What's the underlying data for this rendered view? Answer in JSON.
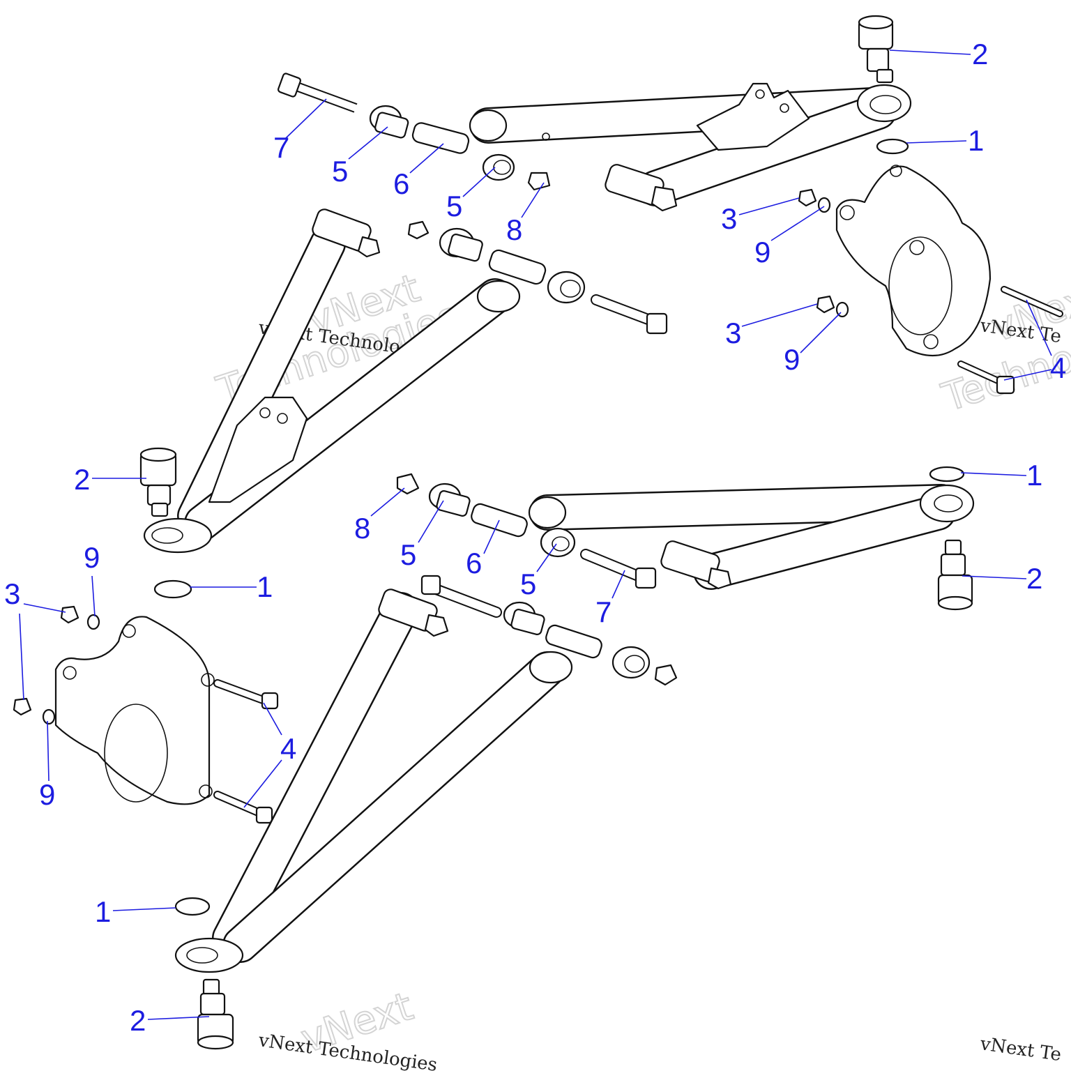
{
  "diagram": {
    "callouts": [
      {
        "id": "c-2-top",
        "label": "2"
      },
      {
        "id": "c-1-top",
        "label": "1"
      },
      {
        "id": "c-7-top",
        "label": "7"
      },
      {
        "id": "c-5a-top",
        "label": "5"
      },
      {
        "id": "c-6-top",
        "label": "6"
      },
      {
        "id": "c-5b-top",
        "label": "5"
      },
      {
        "id": "c-8-top",
        "label": "8"
      },
      {
        "id": "c-3a-top",
        "label": "3"
      },
      {
        "id": "c-9a-top",
        "label": "9"
      },
      {
        "id": "c-3b-top",
        "label": "3"
      },
      {
        "id": "c-9b-top",
        "label": "9"
      },
      {
        "id": "c-4-right",
        "label": "4"
      },
      {
        "id": "c-2-left",
        "label": "2"
      },
      {
        "id": "c-8-mid",
        "label": "8"
      },
      {
        "id": "c-5a-mid",
        "label": "5"
      },
      {
        "id": "c-6-mid",
        "label": "6"
      },
      {
        "id": "c-5b-mid",
        "label": "5"
      },
      {
        "id": "c-7-mid",
        "label": "7"
      },
      {
        "id": "c-1-mid-right",
        "label": "1"
      },
      {
        "id": "c-2-mid-right",
        "label": "2"
      },
      {
        "id": "c-9-left-top",
        "label": "9"
      },
      {
        "id": "c-3-left",
        "label": "3"
      },
      {
        "id": "c-1-left",
        "label": "1"
      },
      {
        "id": "c-4-left",
        "label": "4"
      },
      {
        "id": "c-9-left-bottom",
        "label": "9"
      },
      {
        "id": "c-1-bottom",
        "label": "1"
      },
      {
        "id": "c-2-bottom",
        "label": "2"
      }
    ],
    "watermarks": {
      "brand_line1": "vNext",
      "brand_line2": "Technologies",
      "brand_full": "vNext Technologies",
      "brand_cut_right": "vNext Te",
      "brand_cut_bottom": "vNext Technologies",
      "brand_cut_bottom_right": "vNext Te"
    },
    "colors": {
      "callout": "#1c1ce0",
      "line_art": "#111111",
      "watermark_outline": "#d4d4d4"
    }
  }
}
